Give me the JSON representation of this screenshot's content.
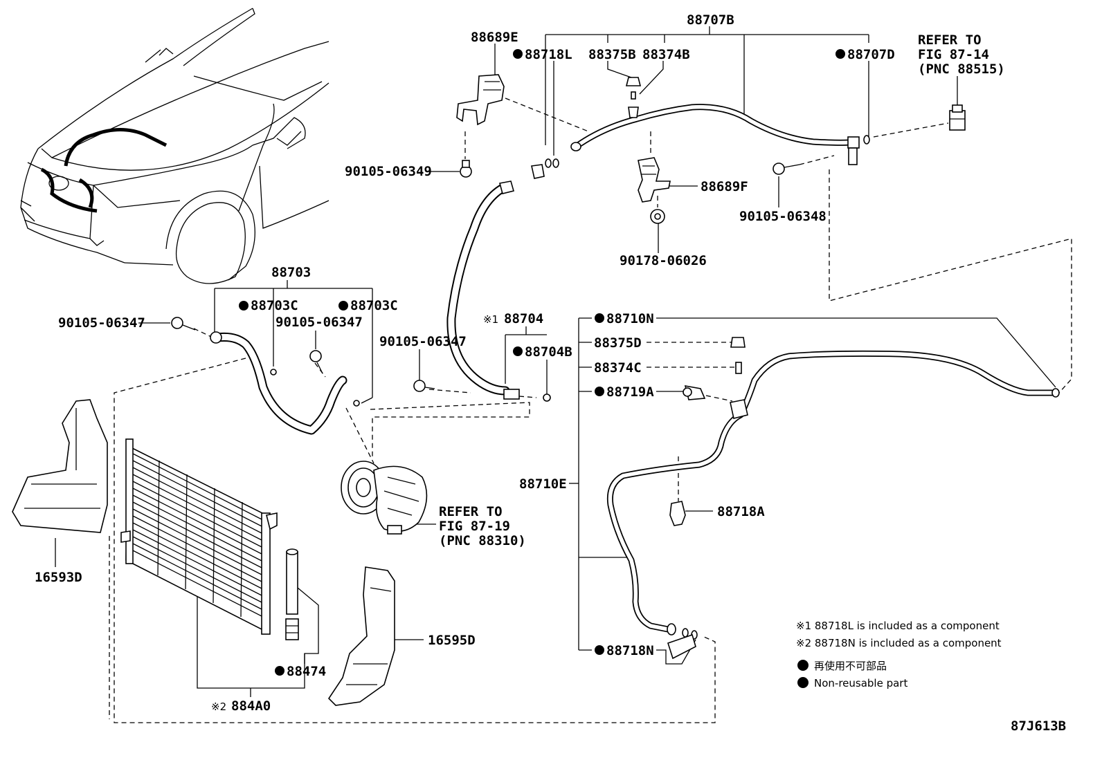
{
  "labels": {
    "p88707B": "88707B",
    "p88689E": "88689E",
    "p88718L": "88718L",
    "p88375B": "88375B",
    "p88374B": "88374B",
    "p88707D": "88707D",
    "refer_top_1": "REFER TO",
    "refer_top_2": "FIG 87-14",
    "refer_top_3": "(PNC 88515)",
    "p90105_06349": "90105-06349",
    "p88689F": "88689F",
    "p90105_06348": "90105-06348",
    "p90178_06026": "90178-06026",
    "p88703": "88703",
    "p88703C_a": "88703C",
    "p88703C_b": "88703C",
    "p90105_06347_a": "90105-06347",
    "p90105_06347_b": "90105-06347",
    "p90105_06347_c": "90105-06347",
    "p88704": "88704",
    "p88704_mark": "※1",
    "p88704B": "88704B",
    "p88710N": "88710N",
    "p88375D": "88375D",
    "p88374C": "88374C",
    "p88719A": "88719A",
    "p88710E": "88710E",
    "p88718A": "88718A",
    "p88718N": "88718N",
    "refer_mid_1": "REFER TO",
    "refer_mid_2": "FIG 87-19",
    "refer_mid_3": "(PNC 88310)",
    "p16593D": "16593D",
    "p16595D": "16595D",
    "p88474": "88474",
    "p884A0": "884A0",
    "p884A0_mark": "※2",
    "fig_id": "87J613B"
  },
  "notes": {
    "n1": "※1 88718L is included as a component",
    "n2": "※2 88718N is included as a component",
    "n3": "再使用不可部品",
    "n4": "Non-reusable part"
  },
  "icons": [
    "non-reusable-dot",
    "car-front-view",
    "compressor",
    "condenser",
    "receiver-dryer",
    "air-guide"
  ]
}
